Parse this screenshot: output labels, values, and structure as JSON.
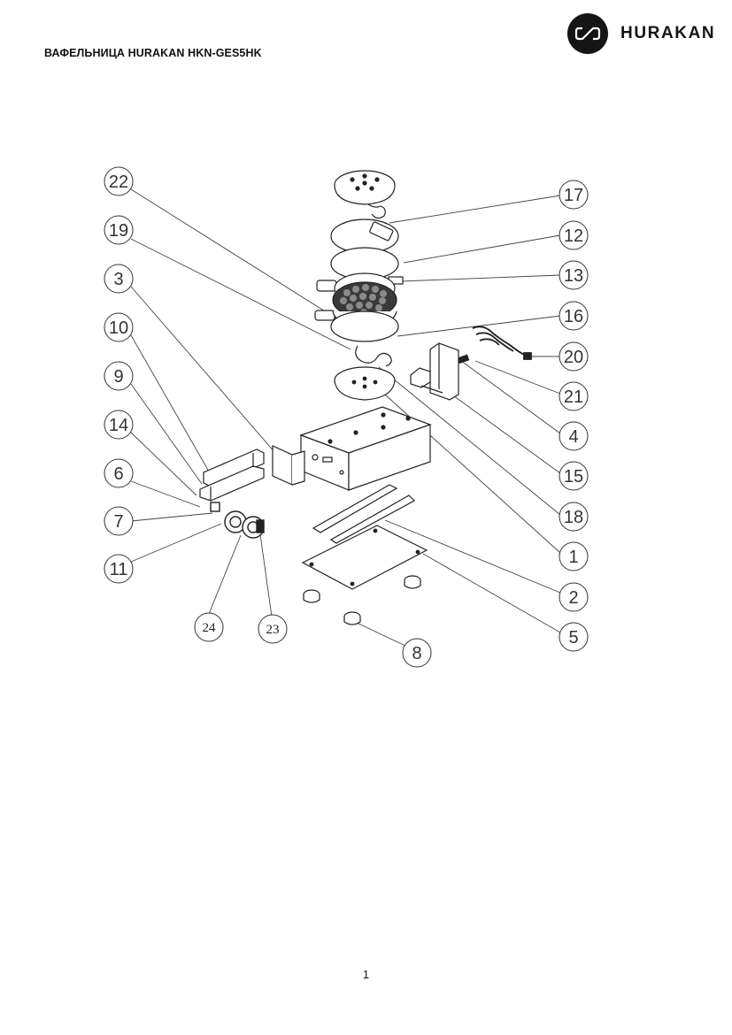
{
  "document": {
    "title": "ВАФЕЛЬНИЦА HURAKAN HKN-GES5HK",
    "page_number": "1"
  },
  "brand": {
    "name": "HURAKAN",
    "logo_icon": "hurakan-logo-icon"
  },
  "callouts": {
    "c22": "22",
    "c19": "19",
    "c3": "3",
    "c10": "10",
    "c9": "9",
    "c14": "14",
    "c6": "6",
    "c7": "7",
    "c11": "11",
    "c24": "24",
    "c23": "23",
    "c8": "8",
    "c17": "17",
    "c12": "12",
    "c13": "13",
    "c16": "16",
    "c20": "20",
    "c21": "21",
    "c4": "4",
    "c15": "15",
    "c18": "18",
    "c1": "1",
    "c2": "2",
    "c5": "5"
  }
}
